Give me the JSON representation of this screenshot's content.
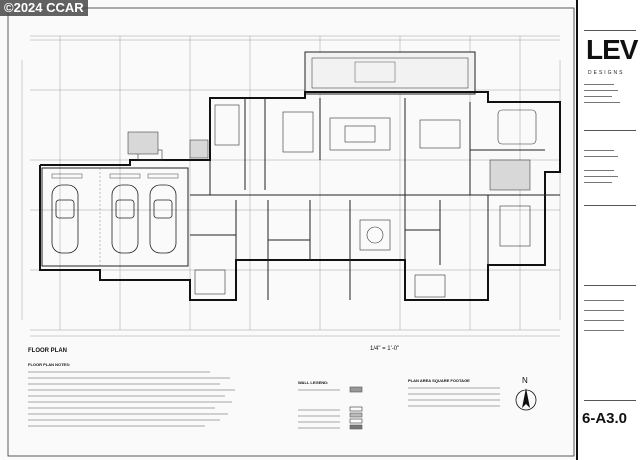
{
  "watermark": {
    "text": "2024 CCAR",
    "symbol": "©"
  },
  "drawing": {
    "plan_title": "FLOOR PLAN",
    "scale_label": "1/4\" = 1'-0\"",
    "north_label": "N",
    "sheet_number": "6-A3.0"
  },
  "title_block": {
    "firm_logo": "LEV",
    "firm_sub": "DESIGNS"
  },
  "notes_headers": {
    "general_notes": "FLOOR PLAN NOTES:",
    "wall_legend": "WALL LEGEND:",
    "square_footage": "PLAN AREA SQUARE FOOTAGE"
  }
}
